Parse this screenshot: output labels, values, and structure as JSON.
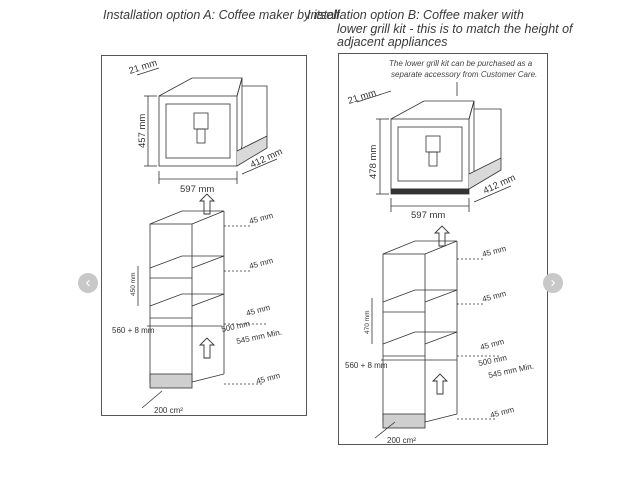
{
  "headers": {
    "option_a": "Installation option A: Coffee maker by itself",
    "option_b_line1": "Installation option B: Coffee maker with",
    "option_b_line2": "lower grill kit - this is to match the height of",
    "option_b_line3": "adjacent appliances"
  },
  "option_a": {
    "dims": {
      "depth_top": "21 mm",
      "height": "457 mm",
      "depth": "412 mm",
      "width": "597 mm",
      "gap_top": "45 mm",
      "gap_mid": "45 mm",
      "gap_lower": "45 mm",
      "gap_bottom": "45 mm",
      "shelf_height": "450 mm",
      "cabinet_width": "560 + 8 mm",
      "depth_500": "500 mm",
      "depth_545": "545 mm Min.",
      "vent_area": "200 cm²"
    }
  },
  "option_b": {
    "note_line1": "The lower grill kit can be purchased as a",
    "note_line2": "separate accessory from Customer Care.",
    "dims": {
      "depth_top": "21 mm",
      "height": "478 mm",
      "depth": "412 mm",
      "width": "597 mm",
      "gap_top": "45 mm",
      "gap_mid": "45 mm",
      "gap_lower": "45 mm",
      "gap_bottom": "45 mm",
      "shelf_height": "470 mm",
      "cabinet_width": "560 + 8 mm",
      "depth_500": "500 mm",
      "depth_545": "545 mm Min.",
      "vent_area": "200 cm²"
    }
  },
  "nav": {
    "prev_icon": "‹",
    "next_icon": "›"
  }
}
